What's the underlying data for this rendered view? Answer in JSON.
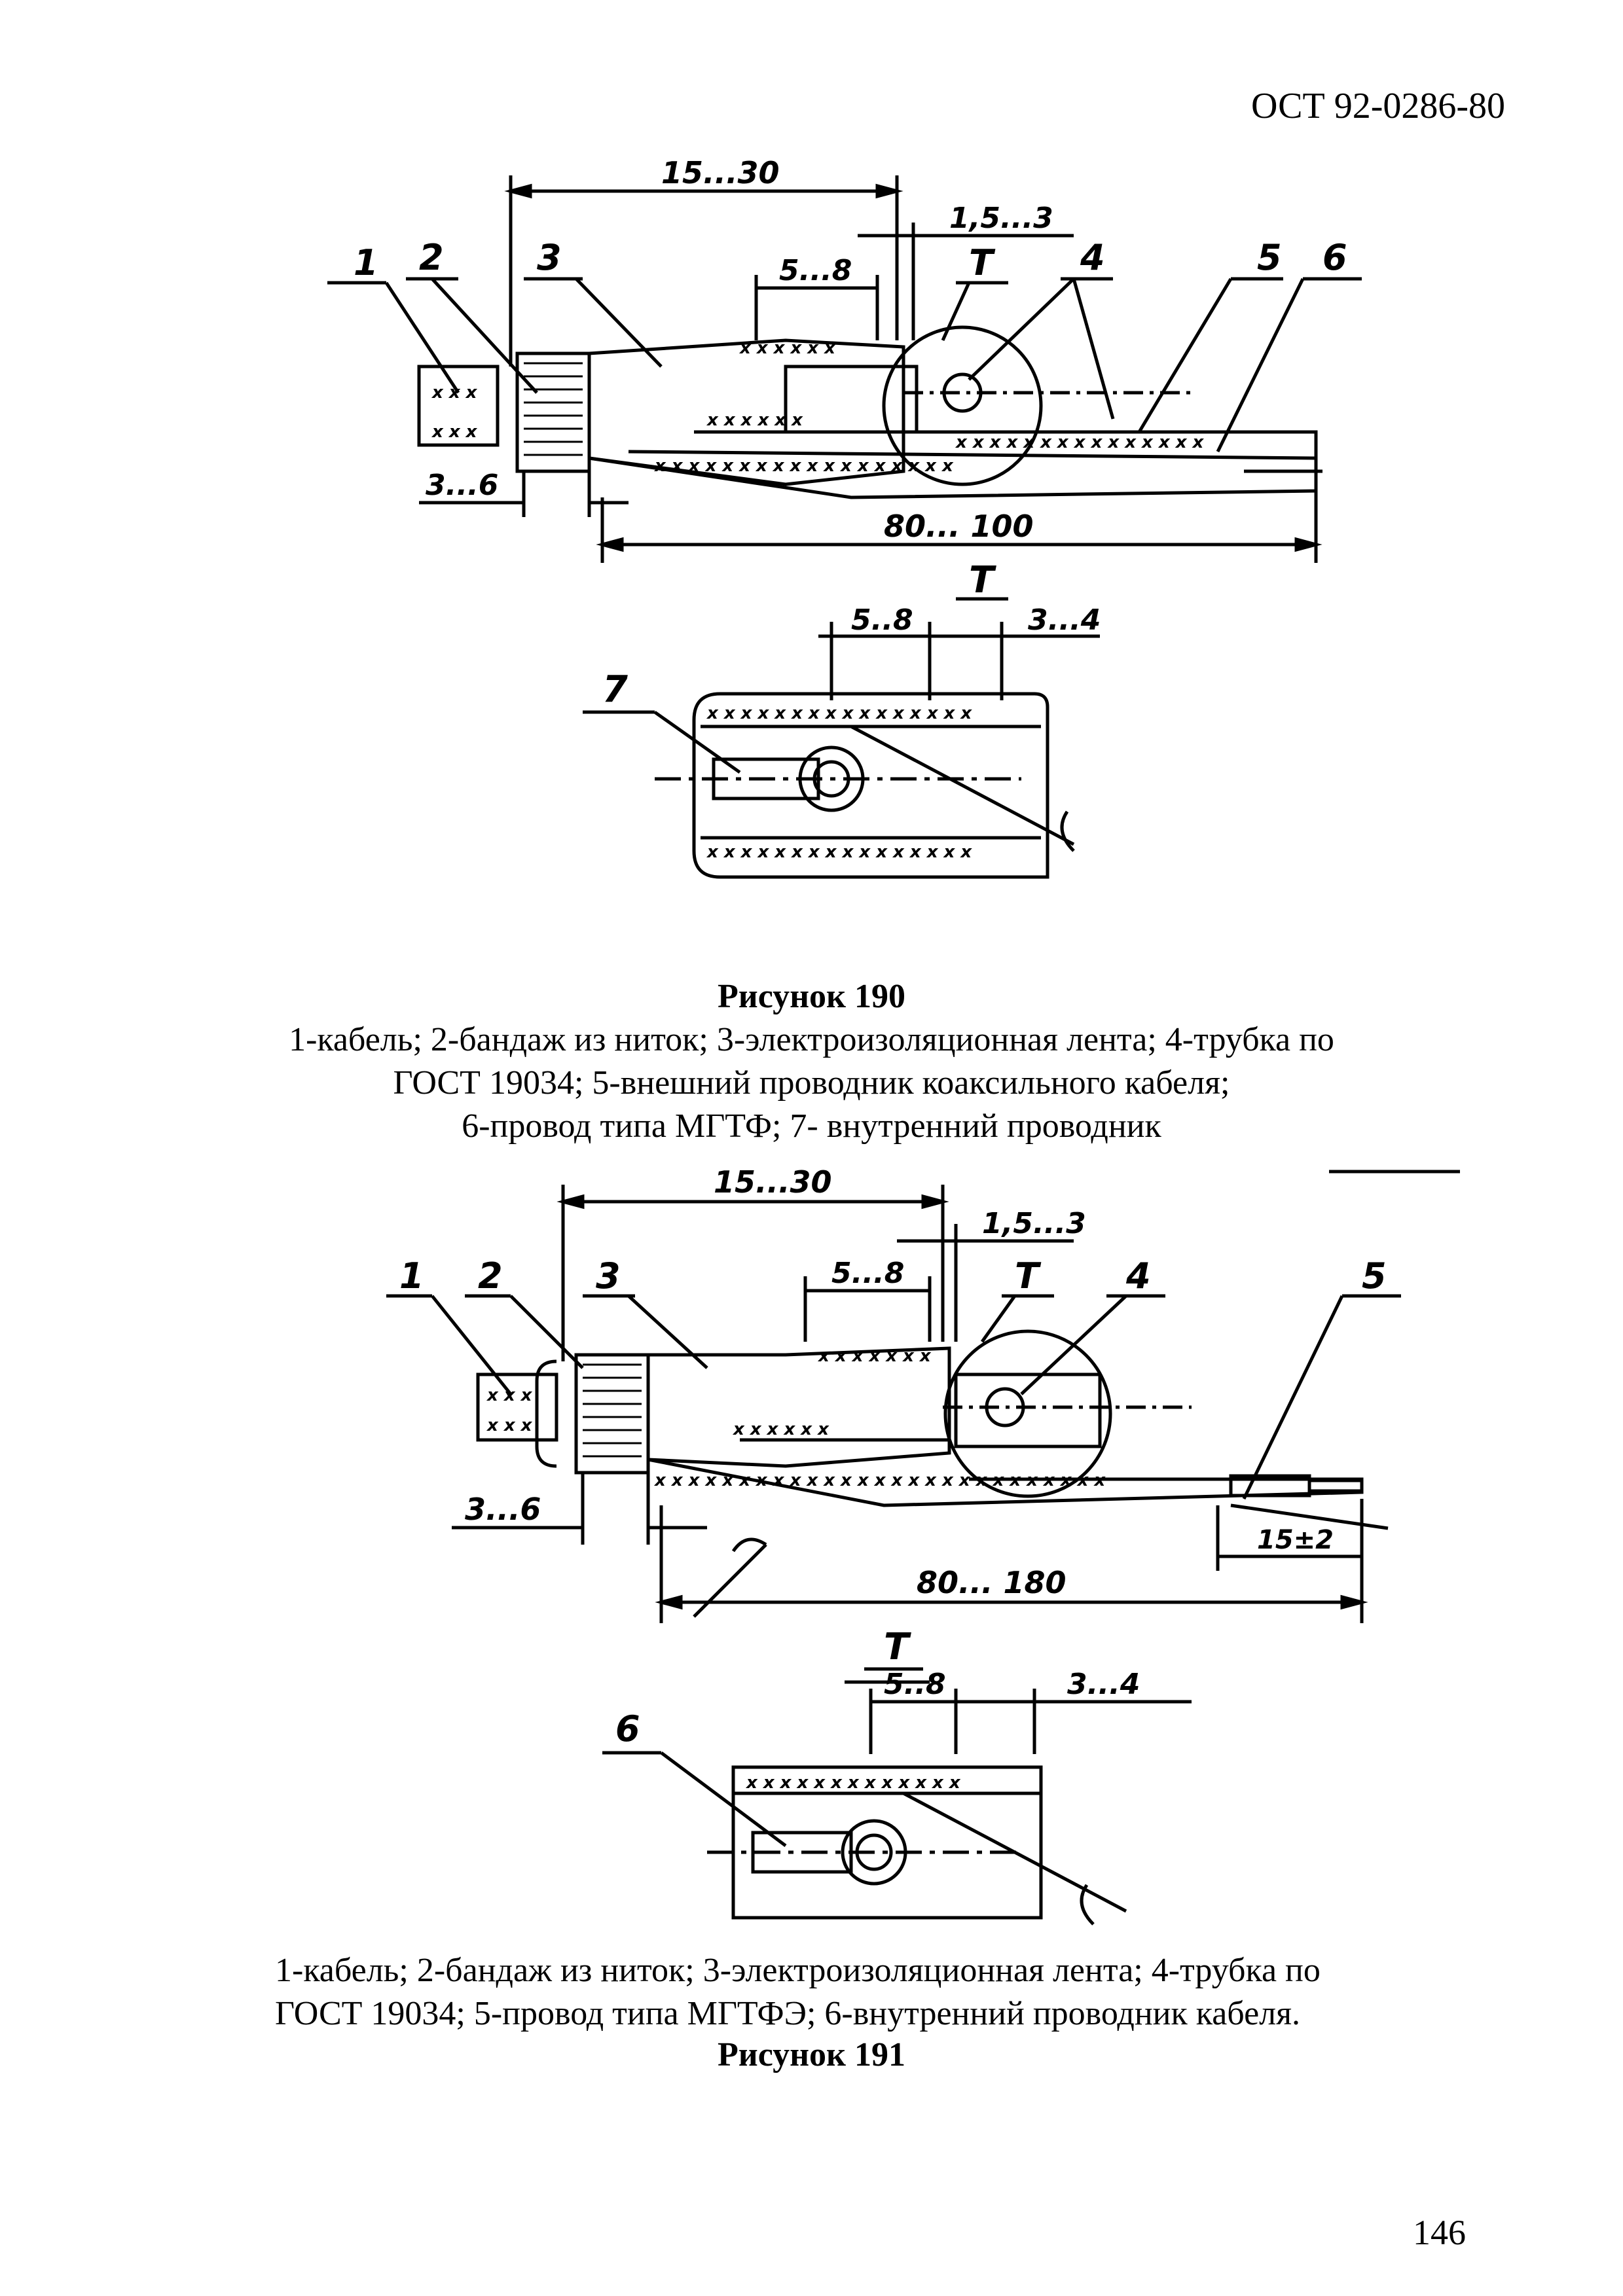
{
  "header": {
    "doc_code": "ОСТ 92-0286-80"
  },
  "figure190": {
    "title": "Рисунок 190",
    "legend_lines": [
      "1-кабель; 2-бандаж из ниток; 3-электроизоляционная лента; 4-трубка по",
      "ГОСТ 19034; 5-внешний проводник коаксильного кабеля;",
      "6-провод типа МГТФ; 7- внутренний проводник"
    ],
    "callouts": [
      "1",
      "2",
      "3",
      "4",
      "5",
      "6",
      "T",
      "7"
    ],
    "dims": {
      "d_15_30": "15...30",
      "d_1_5_3": "1,5...3",
      "d_5_8": "5...8",
      "d_3_6": "3...6",
      "d_80_100": "80... 100",
      "detail_title": "T",
      "detail_5_8": "5..8",
      "detail_3_4": "3...4"
    }
  },
  "figure191": {
    "title": "Рисунок 191",
    "legend_lines": [
      "1-кабель; 2-бандаж из ниток; 3-электроизоляционная лента; 4-трубка по",
      "ГОСТ 19034; 5-провод типа МГТФЭ; 6-внутренний проводник кабеля."
    ],
    "callouts": [
      "1",
      "2",
      "3",
      "T",
      "4",
      "5",
      "6"
    ],
    "dims": {
      "d_15_30": "15...30",
      "d_1_5_3": "1,5...3",
      "d_5_8": "5...8",
      "d_3_6": "3...6",
      "d_80_180": "80... 180",
      "d_15_2": "15±2",
      "detail_title": "T",
      "detail_5_8": "5..8",
      "detail_3_4": "3...4"
    }
  },
  "page_number": "146"
}
